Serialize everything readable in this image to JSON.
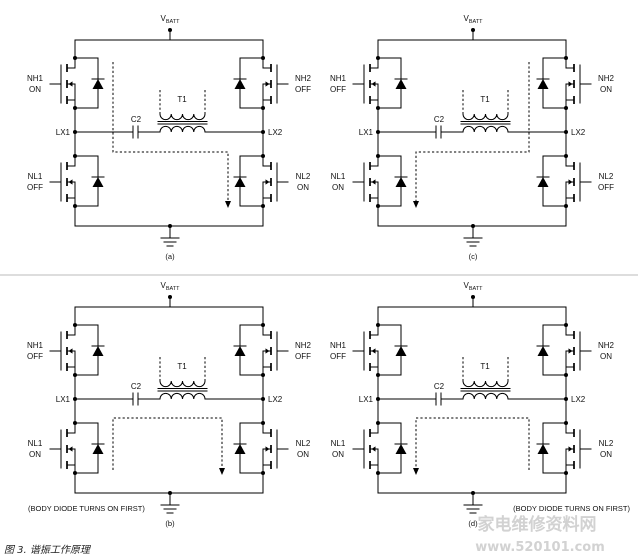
{
  "figure": {
    "caption": "图 3. 谐振工作原理",
    "watermark_cn": "家电维修资料网",
    "watermark_url": "www.520101.com"
  },
  "labels": {
    "vbatt_v": "V",
    "vbatt_sub": "BATT",
    "lx1": "LX1",
    "lx2": "LX2",
    "c2": "C2",
    "t1": "T1",
    "nh1": "NH1",
    "nh2": "NH2",
    "nl1": "NL1",
    "nl2": "NL2"
  },
  "panels": [
    {
      "tag": "(a)",
      "nh1": "ON",
      "nl1": "OFF",
      "nh2": "OFF",
      "nl2": "ON"
    },
    {
      "tag": "(c)",
      "nh1": "OFF",
      "nl1": "ON",
      "nh2": "ON",
      "nl2": "OFF"
    },
    {
      "tag": "(b)",
      "nh1": "OFF",
      "nl1": "ON",
      "nh2": "OFF",
      "nl2": "ON",
      "note": "(BODY DIODE TURNS ON FIRST)"
    },
    {
      "tag": "(d)",
      "nh1": "OFF",
      "nl1": "ON",
      "nh2": "ON",
      "nl2": "ON",
      "note": "(BODY DIODE TURNS ON FIRST)"
    }
  ],
  "colors": {
    "line": "#000000",
    "divider": "#bbbbbb",
    "watermark": "#d2d2d2"
  }
}
